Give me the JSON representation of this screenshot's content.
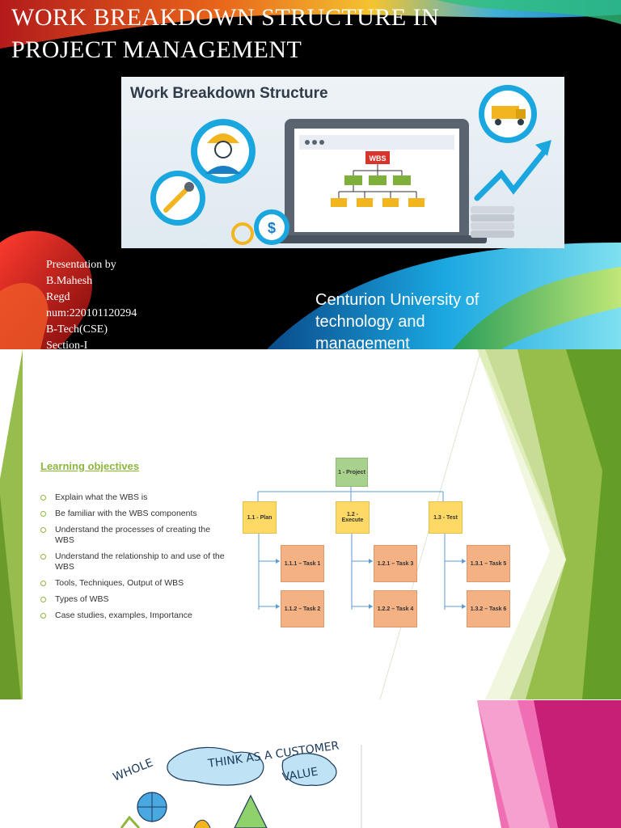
{
  "slide1": {
    "title_line1": "Work Breakdown Structure in",
    "title_line2": "Project Management",
    "banner_title": "Work Breakdown Structure",
    "banner_badge": "WBS",
    "presenter": {
      "line1": "Presentation by",
      "line2": "B.Mahesh",
      "line3": "Regd",
      "line4": "num:220101120294",
      "line5": "B-Tech(CSE)",
      "line6": "Section-I"
    },
    "university": "Centurion University of technology and management"
  },
  "slide2": {
    "objectives_title": "Learning objectives",
    "objectives": [
      "Explain what the WBS is",
      "Be familiar with the WBS components",
      "Understand the processes of creating the WBS",
      "Understand the relationship to and use of the WBS",
      "Tools, Techniques, Output of WBS",
      "Types of WBS",
      "Case studies, examples, Importance"
    ],
    "tree": {
      "root": "1 - Project",
      "branches": [
        {
          "label": "1.1 - Plan",
          "tasks": [
            "1.1.1 – Task 1",
            "1.1.2 – Task 2"
          ]
        },
        {
          "label": "1.2 - Execute",
          "tasks": [
            "1.2.1 – Task 3",
            "1.2.2 – Task 4"
          ]
        },
        {
          "label": "1.3 - Test",
          "tasks": [
            "1.3.1 – Task 5",
            "1.3.2 – Task 6"
          ]
        }
      ]
    }
  },
  "slide3": {
    "words": [
      "WHOLE",
      "THINK AS A CUSTOMER",
      "VALUE"
    ]
  },
  "colors": {
    "accent_green": "#8cb63c",
    "pink": "#e0449a",
    "banner_blue": "#1aa7e0"
  }
}
